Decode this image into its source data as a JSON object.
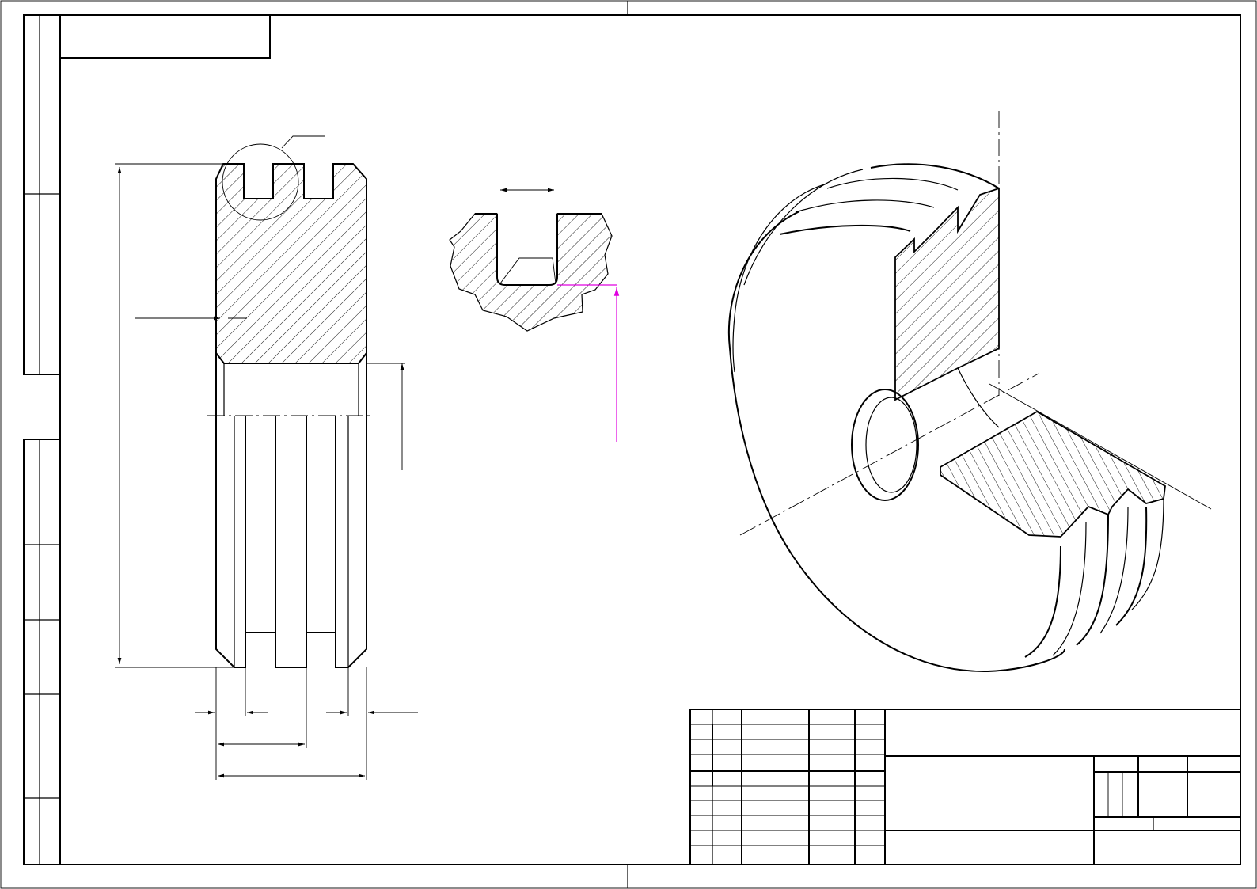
{
  "drawing": {
    "title": "",
    "colors": {
      "line": "#000000",
      "paper": "#ffffff",
      "highlight_leader": "#e000e0"
    }
  },
  "views": [
    {
      "id": "front-section-view",
      "kind": "half-section of grooved pulley"
    },
    {
      "id": "detail-view",
      "kind": "enlarged groove detail"
    },
    {
      "id": "isometric-view",
      "kind": "3d cutaway of pulley"
    }
  ],
  "title_block": {
    "cells": []
  }
}
